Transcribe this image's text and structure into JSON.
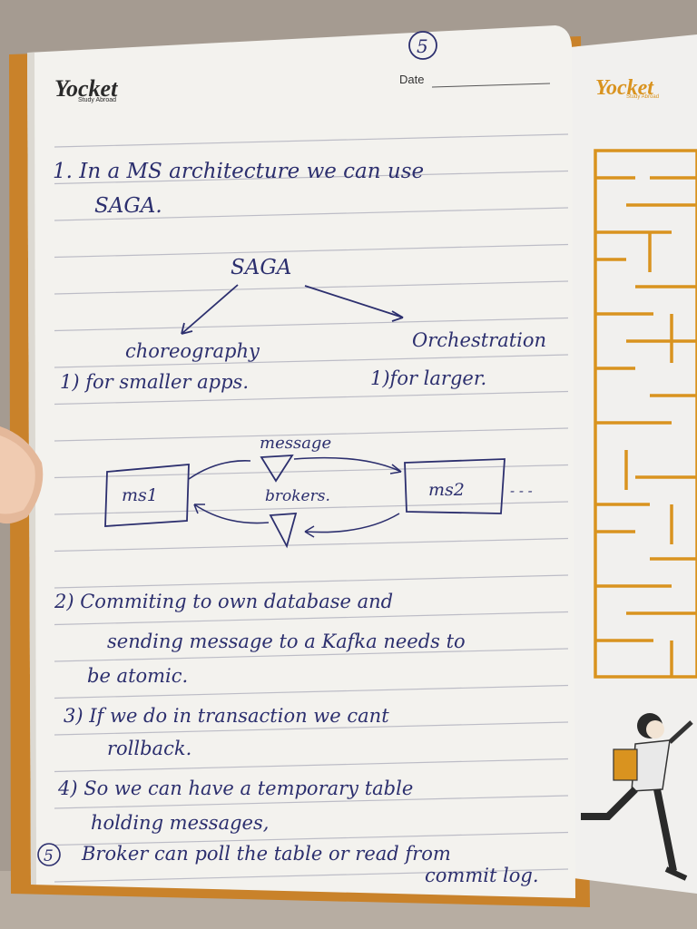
{
  "left_page": {
    "logo": "Yocket",
    "logo_sub": "Study Abroad",
    "page_number": "5",
    "date_label": "Date",
    "notes": {
      "line1a": "1. In a MS architecture we can use",
      "line1b": "SAGA.",
      "saga_root": "SAGA",
      "branch_left": "choreography",
      "branch_right": "Orchestration",
      "left_note": "1) for smaller apps.",
      "right_note": "1)for larger.",
      "box_left": "ms1",
      "box_right": "ms2",
      "dots": "- - -",
      "msg_label": "message",
      "brokers_label": "brokers.",
      "p2a": "2) Commiting to own database and",
      "p2b": "sending message to a Kafka needs to",
      "p2c": "be atomic.",
      "p3a": "3) If we do in transaction we cant",
      "p3b": "rollback.",
      "p4a": "4) So we can have a temporary table",
      "p4b": "holding messages,",
      "p5num": "5",
      "p5a": "Broker can poll the table or read from",
      "p5b": "commit log."
    }
  },
  "right_page": {
    "logo": "Yocket",
    "logo_sub": "Study Abroad"
  },
  "colors": {
    "ink": "#2c2f6e",
    "maze": "#d9931f",
    "paper": "#f3f2ee",
    "rule": "#b9b9c2"
  }
}
